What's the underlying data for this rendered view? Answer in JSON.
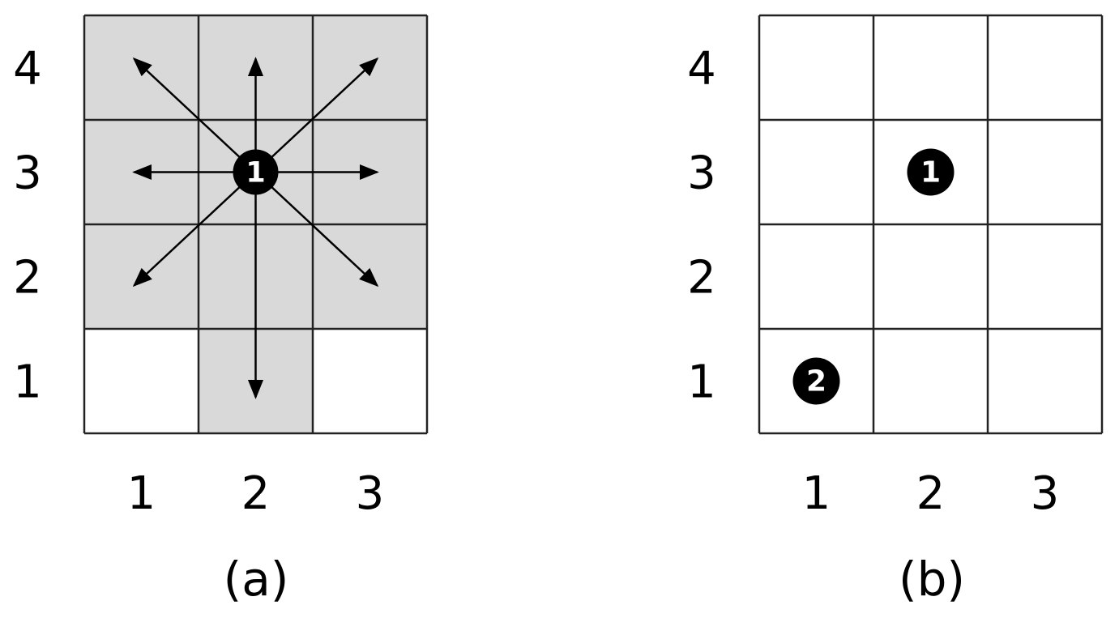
{
  "panel_a": {
    "caption": "(a)",
    "row_labels": [
      "4",
      "3",
      "2",
      "1"
    ],
    "col_labels": [
      "1",
      "2",
      "3"
    ],
    "marker": {
      "label": "1",
      "col": 2,
      "row": 3
    },
    "colors": {
      "shaded": "#d9d9d9",
      "empty": "#ffffff"
    },
    "shaded_cells": [
      [
        1,
        4
      ],
      [
        2,
        4
      ],
      [
        3,
        4
      ],
      [
        1,
        3
      ],
      [
        2,
        3
      ],
      [
        3,
        3
      ],
      [
        1,
        2
      ],
      [
        2,
        2
      ],
      [
        3,
        2
      ],
      [
        2,
        1
      ]
    ],
    "arrow_directions": [
      "up-left",
      "up",
      "up-right",
      "left",
      "right",
      "down-left",
      "down-right",
      "down"
    ]
  },
  "panel_b": {
    "caption": "(b)",
    "row_labels": [
      "4",
      "3",
      "2",
      "1"
    ],
    "col_labels": [
      "1",
      "2",
      "3"
    ],
    "markers": [
      {
        "label": "1",
        "col": 2,
        "row": 3
      },
      {
        "label": "2",
        "col": 1,
        "row": 1
      }
    ]
  }
}
